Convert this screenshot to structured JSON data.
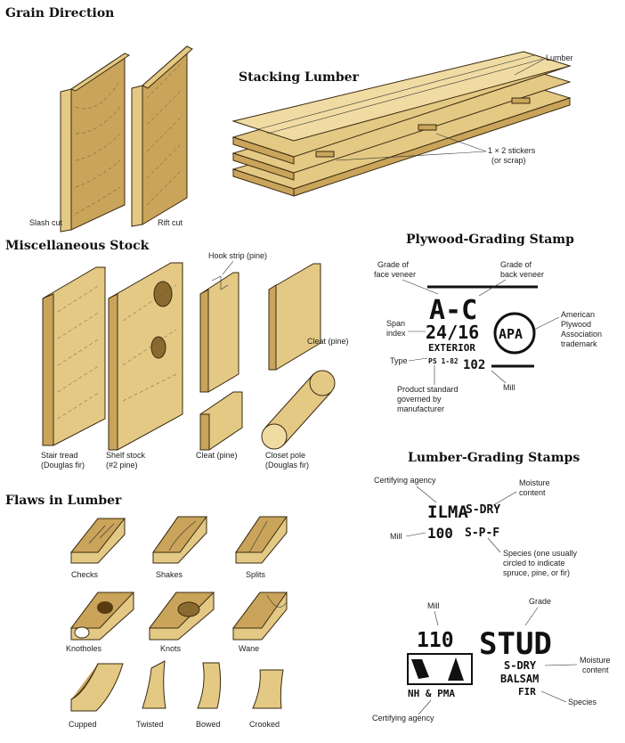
{
  "sections": {
    "grain_direction": {
      "title": "Grain Direction",
      "labels": [
        "Slash cut",
        "Rift cut"
      ]
    },
    "stacking_lumber": {
      "title": "Stacking Lumber",
      "labels": [
        "Lumber",
        "1 × 2 stickers",
        "(or scrap)"
      ]
    },
    "misc_stock": {
      "title": "Miscellaneous Stock",
      "labels": {
        "hook_strip": "Hook strip (pine)",
        "cleat_top": "Cleat (pine)",
        "stair_tread_1": "Stair tread",
        "stair_tread_2": "(Douglas fir)",
        "shelf_stock_1": "Shelf stock",
        "shelf_stock_2": "(#2 pine)",
        "cleat_bottom": "Cleat (pine)",
        "closet_pole_1": "Closet pole",
        "closet_pole_2": "(Douglas fir)"
      }
    },
    "plywood_stamp": {
      "title": "Plywood-Grading Stamp",
      "stamp": {
        "grade": "A-C",
        "span": "24/16",
        "exterior": "EXTERIOR",
        "type": "PS 1-82",
        "mill": "102",
        "apa": "APA"
      },
      "labels": {
        "face_1": "Grade of",
        "face_2": "face veneer",
        "back_1": "Grade of",
        "back_2": "back veneer",
        "span_1": "Span",
        "span_2": "index",
        "apa_1": "American",
        "apa_2": "Plywood",
        "apa_3": "Association",
        "apa_4": "trademark",
        "type": "Type",
        "mill": "Mill",
        "ps_1": "Product standard",
        "ps_2": "governed by",
        "ps_3": "manufacturer"
      }
    },
    "lumber_stamps": {
      "title": "Lumber-Grading Stamps",
      "stamp1": {
        "agency": "ILMA",
        "moisture": "S-DRY",
        "mill": "100",
        "species": "S-P-F"
      },
      "stamp1_labels": {
        "certifying": "Certifying agency",
        "moisture_1": "Moisture",
        "moisture_2": "content",
        "mill": "Mill",
        "species_1": "Species (one usually",
        "species_2": "circled to indicate",
        "species_3": "spruce, pine, or fir)"
      },
      "stamp2": {
        "mill": "110",
        "grade": "STUD",
        "moisture": "S-DRY",
        "species_1": "BALSAM",
        "species_2": "FIR",
        "agency": "NH & PMA"
      },
      "stamp2_labels": {
        "mill": "Mill",
        "grade": "Grade",
        "moisture_1": "Moisture",
        "moisture_2": "content",
        "species": "Species",
        "certifying": "Certifying agency"
      }
    },
    "flaws": {
      "title": "Flaws in Lumber",
      "items": [
        "Checks",
        "Shakes",
        "Splits",
        "Knotholes",
        "Knots",
        "Wane",
        "Cupped",
        "Twisted",
        "Bowed",
        "Crooked"
      ]
    }
  }
}
